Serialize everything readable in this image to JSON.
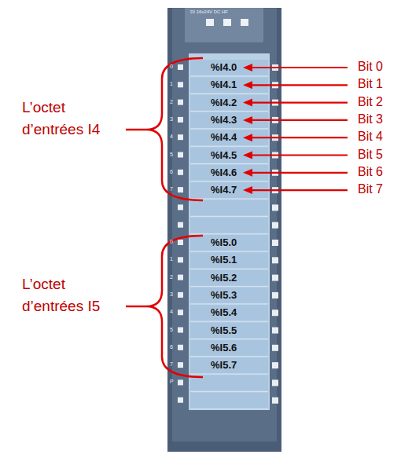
{
  "diagram": {
    "labels": [
      "DI 16x24V DC HF",
      "L’octet d’entrées I4",
      "0",
      "%I4.0",
      "Bit 0",
      "1",
      "%I4.1",
      "Bit 1",
      "2",
      "%I4.2",
      "Bit 2",
      "3",
      "%I4.3",
      "Bit 3",
      "4",
      "%I4.4",
      "Bit 4",
      "5",
      "%I4.5",
      "Bit 5",
      "6",
      "%I4.6",
      "Bit 6",
      "7",
      "%I4.7",
      "Bit 7",
      "L’octet d’entrées I5",
      "0",
      "%I5.0",
      "1",
      "%I5.1",
      "2",
      "%I5.2",
      "3",
      "%I5.3",
      "4",
      "%I5.4",
      "5",
      "%I5.5",
      "6",
      "%I5.6",
      "7",
      "%I5.7",
      "P"
    ]
  }
}
